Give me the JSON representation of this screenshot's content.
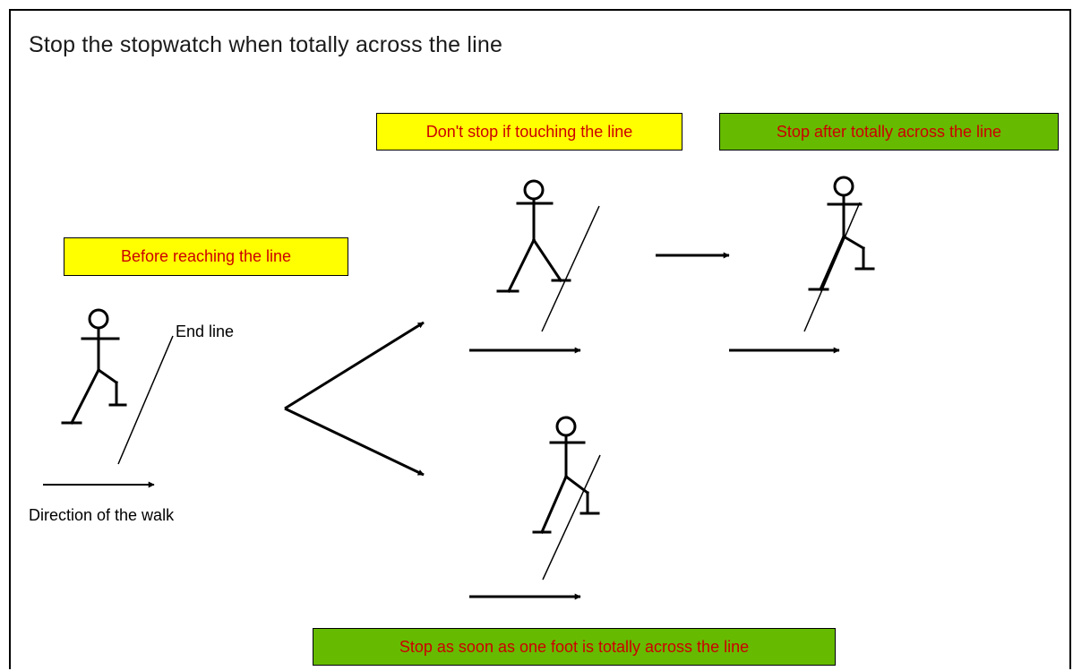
{
  "title": "Stop the stopwatch when totally across the line",
  "labels": {
    "before": "Before reaching the line",
    "dont_stop": "Don't stop if touching the line",
    "stop_after": "Stop after totally across the line",
    "stop_soon": "Stop as soon as one foot is totally across the line",
    "end_line": "End line",
    "direction": "Direction of the walk"
  },
  "colors": {
    "yellow_box": "#ffff00",
    "green_box": "#66bb00",
    "label_text": "#cc0000"
  }
}
